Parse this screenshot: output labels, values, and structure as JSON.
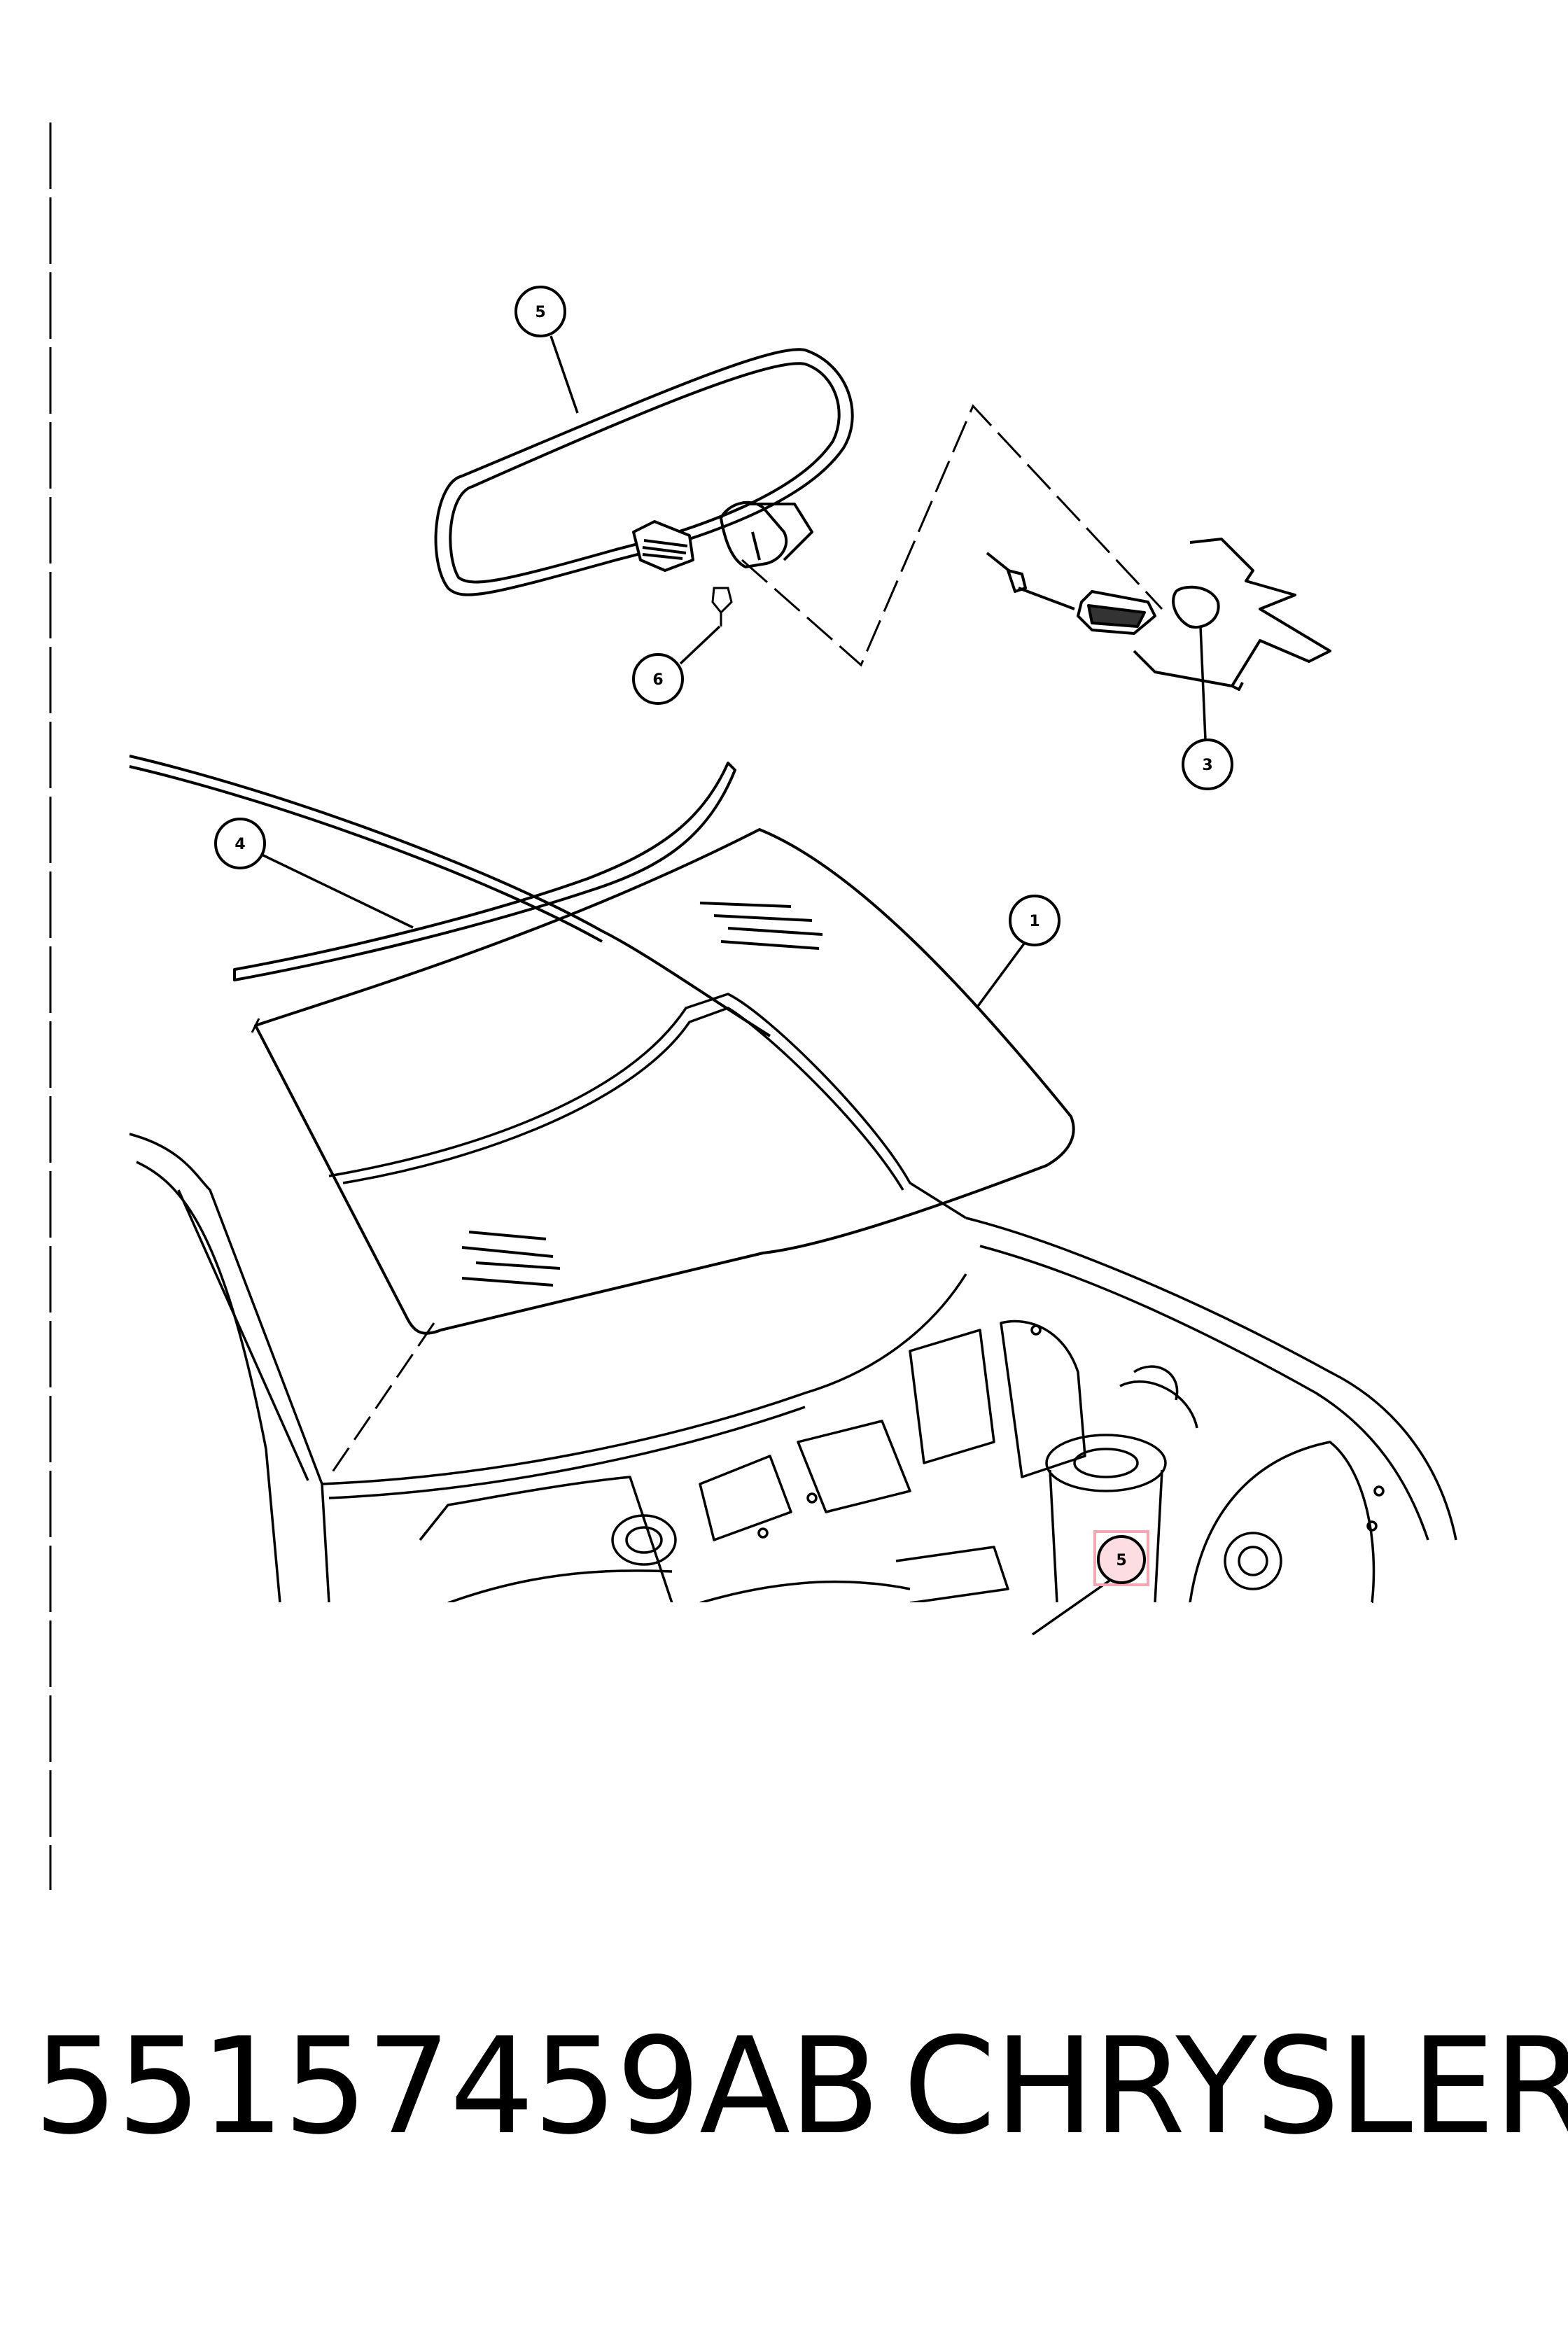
{
  "callouts": [
    {
      "id": "callout-1",
      "label": "1"
    },
    {
      "id": "callout-3",
      "label": "3"
    },
    {
      "id": "callout-4",
      "label": "4"
    },
    {
      "id": "callout-5-top",
      "label": "5"
    },
    {
      "id": "callout-5-bottom",
      "label": "5"
    },
    {
      "id": "callout-6",
      "label": "6"
    }
  ],
  "highlight_color": "#f4a7b3",
  "caption": {
    "part_number": "55157459AB",
    "brand": "CHRYSLER"
  }
}
